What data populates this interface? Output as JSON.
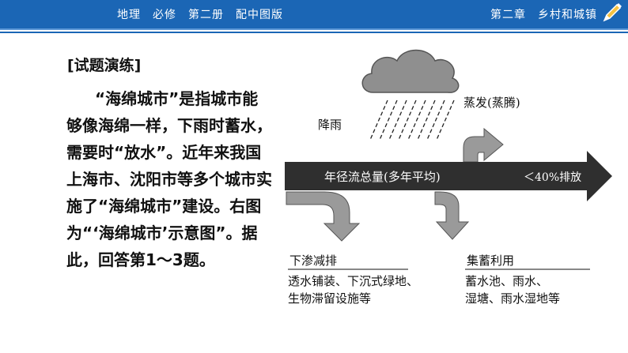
{
  "header": {
    "left_title": "地理　必修　第二册　配中图版",
    "right_title": "第二章　乡村和城镇"
  },
  "exercise": {
    "section_title": "[试题演练]",
    "paragraph": "“海绵城市”是指城市能够像海绵一样，下雨时蓄水，需要时“放水”。近年来我国上海市、沈阳市等多个城市实施了“海绵城市”建设。右图为“‘海绵城市’示意图”。据此，回答第1～3题。"
  },
  "diagram": {
    "rain_label": "降雨",
    "evaporation_label": "蒸发(蒸腾)",
    "main_flow_label": "年径流总量(多年平均)",
    "discharge_label": "＜40%排放",
    "infiltration": {
      "title": "下渗减排",
      "line1": "透水铺装、下沉式绿地、",
      "line2": "生物滞留设施等"
    },
    "storage": {
      "title": "集蓄利用",
      "line1": "蓄水池、雨水、",
      "line2": "湿塘、雨水湿地等"
    }
  },
  "colors": {
    "header_bg": "#1b66b5",
    "arrow_dark": "#2f2f2f",
    "arrow_gray": "#9a9a9a",
    "cloud_gray": "#8f8f8f"
  }
}
